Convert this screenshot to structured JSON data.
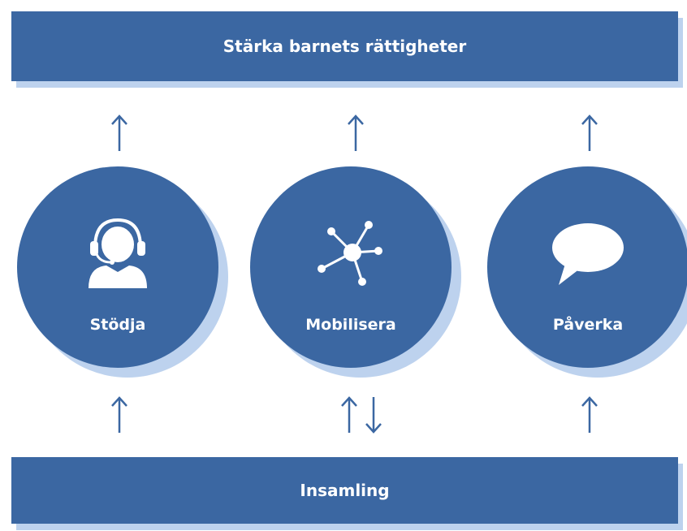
{
  "top_bar": {
    "label": "Stärka barnets rättigheter"
  },
  "bottom_bar": {
    "label": "Insamling"
  },
  "nodes": [
    {
      "label": "Stödja",
      "icon": "headset-user-icon"
    },
    {
      "label": "Mobilisera",
      "icon": "network-hub-icon"
    },
    {
      "label": "Påverka",
      "icon": "speech-bubble-icon"
    }
  ],
  "colors": {
    "primary": "#3b67a2",
    "shadow": "#bdd2ee",
    "text": "#ffffff"
  }
}
